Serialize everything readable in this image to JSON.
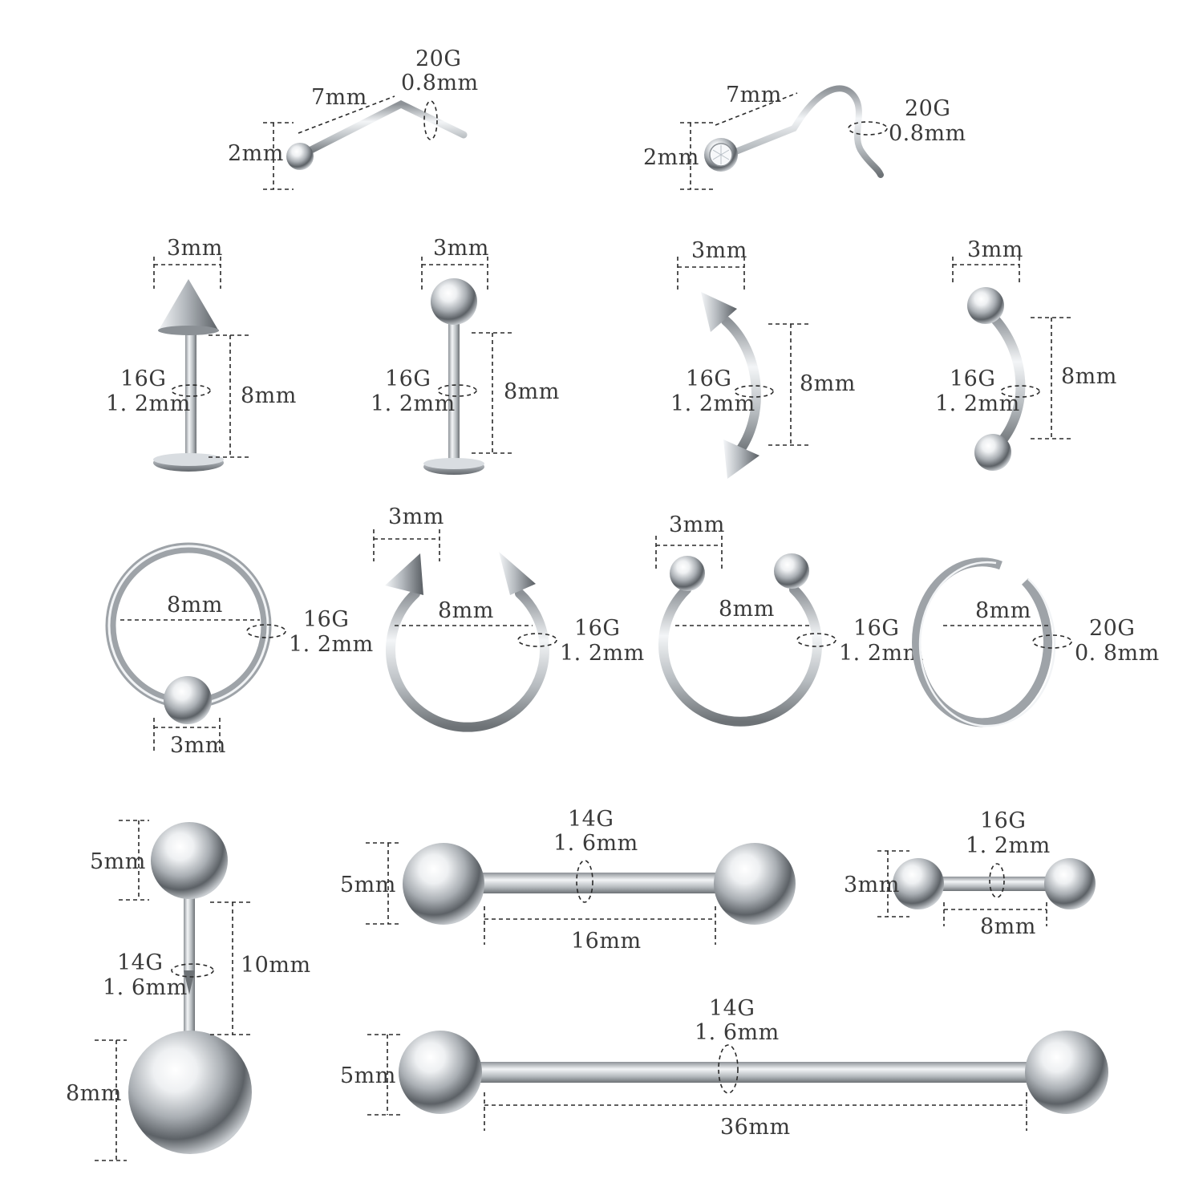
{
  "colors": {
    "background": "#ffffff",
    "metal_dark": "#5c6166",
    "metal_mid": "#a9aeb3",
    "metal_light": "#eef0f2",
    "dimension_line": "#2a2a2a",
    "label_text": "#3a3a3a"
  },
  "nose_l_bend": {
    "length": "7mm",
    "gauge": "20G",
    "thickness": "0.8mm",
    "ball": "2mm"
  },
  "nose_screw": {
    "length": "7mm",
    "gauge": "20G",
    "thickness": "0.8mm",
    "gem": "2mm"
  },
  "labret_spike": {
    "head": "3mm",
    "gauge": "16G",
    "thickness": "1. 2mm",
    "length": "8mm"
  },
  "labret_ball": {
    "head": "3mm",
    "gauge": "16G",
    "thickness": "1. 2mm",
    "length": "8mm"
  },
  "curved_spike": {
    "head": "3mm",
    "gauge": "16G",
    "thickness": "1. 2mm",
    "length": "8mm"
  },
  "curved_ball": {
    "head": "3mm",
    "gauge": "16G",
    "thickness": "1. 2mm",
    "length": "8mm"
  },
  "captive_ring": {
    "diameter": "8mm",
    "gauge": "16G",
    "thickness": "1. 2mm",
    "ball": "3mm"
  },
  "horseshoe_spike": {
    "head": "3mm",
    "diameter": "8mm",
    "gauge": "16G",
    "thickness": "1. 2mm"
  },
  "horseshoe_ball": {
    "head": "3mm",
    "diameter": "8mm",
    "gauge": "16G",
    "thickness": "1. 2mm"
  },
  "hoop": {
    "diameter": "8mm",
    "gauge": "20G",
    "thickness": "0. 8mm"
  },
  "belly_ring": {
    "top_ball": "5mm",
    "gauge": "14G",
    "thickness": "1. 6mm",
    "length": "10mm",
    "bottom_ball": "8mm"
  },
  "barbell_16": {
    "gauge": "14G",
    "thickness": "1. 6mm",
    "ball": "5mm",
    "length": "16mm"
  },
  "barbell_small": {
    "gauge": "16G",
    "thickness": "1. 2mm",
    "ball": "3mm",
    "length": "8mm"
  },
  "industrial": {
    "gauge": "14G",
    "thickness": "1. 6mm",
    "ball": "5mm",
    "length": "36mm"
  }
}
